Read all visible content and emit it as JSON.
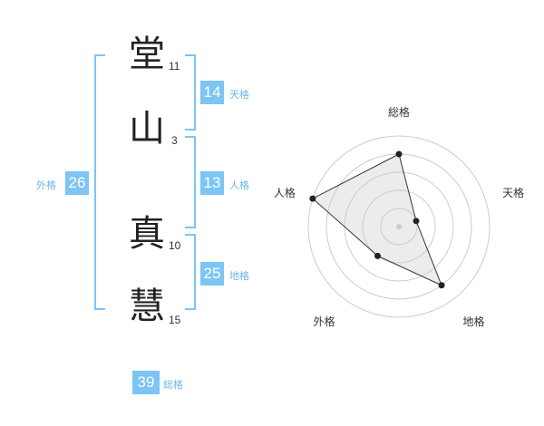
{
  "name": {
    "characters": [
      {
        "char": "堂",
        "strokes": "11"
      },
      {
        "char": "山",
        "strokes": "3"
      },
      {
        "char": "真",
        "strokes": "10"
      },
      {
        "char": "慧",
        "strokes": "15"
      }
    ]
  },
  "fortune": {
    "tenkaku": {
      "label": "天格",
      "value": "14"
    },
    "jinkaku": {
      "label": "人格",
      "value": "13"
    },
    "chikaku": {
      "label": "地格",
      "value": "25"
    },
    "gaikaku": {
      "label": "外格",
      "value": "26"
    },
    "soukaku": {
      "label": "総格",
      "value": "39"
    }
  },
  "colors": {
    "accent": "#7cc5f5",
    "label": "#6ab8ea"
  },
  "chart_data": {
    "type": "radar",
    "axes": [
      "総格",
      "天格",
      "地格",
      "外格",
      "人格"
    ],
    "values": [
      4,
      1,
      4,
      2,
      5
    ],
    "rmax": 5,
    "rings": 5,
    "grid": true
  }
}
